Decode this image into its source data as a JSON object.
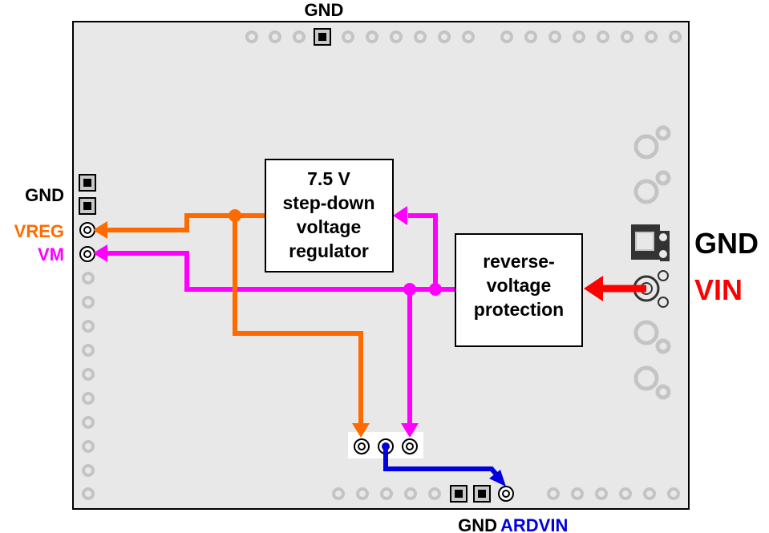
{
  "labels": {
    "gnd_top": "GND",
    "gnd_left": "GND",
    "vreg": "VREG",
    "vm": "VM",
    "gnd_right": "GND",
    "vin": "VIN",
    "gnd_bottom": "GND",
    "ardvin": "ARDVIN"
  },
  "blocks": {
    "regulator": {
      "line1": "7.5 V",
      "line2": "step-down",
      "line3": "voltage",
      "line4": "regulator"
    },
    "protection": {
      "line1": "reverse-",
      "line2": "voltage",
      "line3": "protection"
    }
  },
  "colors": {
    "board": "#e8e8e8",
    "orange": "#ff6a00",
    "magenta": "#ff00ff",
    "blue": "#0000e0",
    "red": "#ff0000",
    "black": "#000000",
    "pad_ring": "#c8c8c8"
  }
}
